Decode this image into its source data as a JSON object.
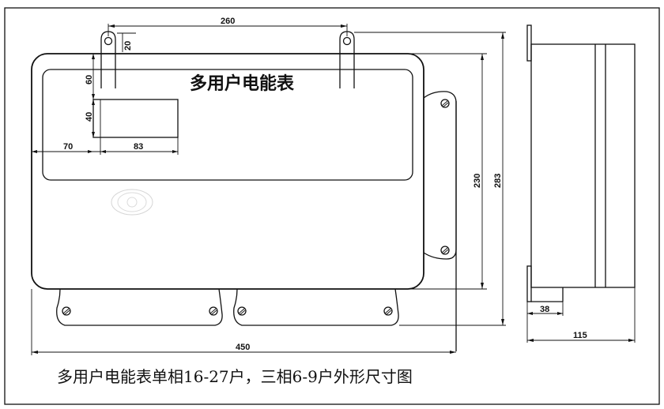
{
  "drawing": {
    "title": "多用户电能表",
    "caption": "多用户电能表单相16-27户，三相6-9户外形尺寸图",
    "line_color": "#111111",
    "background": "#ffffff"
  },
  "front_view": {
    "dimensions": {
      "mount_hole_spacing": "260",
      "mount_tab_height": "20",
      "window_top_offset": "60",
      "window_height": "40",
      "window_left_offset": "70",
      "window_width": "83",
      "overall_width": "450",
      "body_height": "230",
      "overall_height": "283"
    },
    "logo": "emblem-watermark"
  },
  "side_view": {
    "dimensions": {
      "flange_depth": "38",
      "overall_depth": "115"
    }
  }
}
